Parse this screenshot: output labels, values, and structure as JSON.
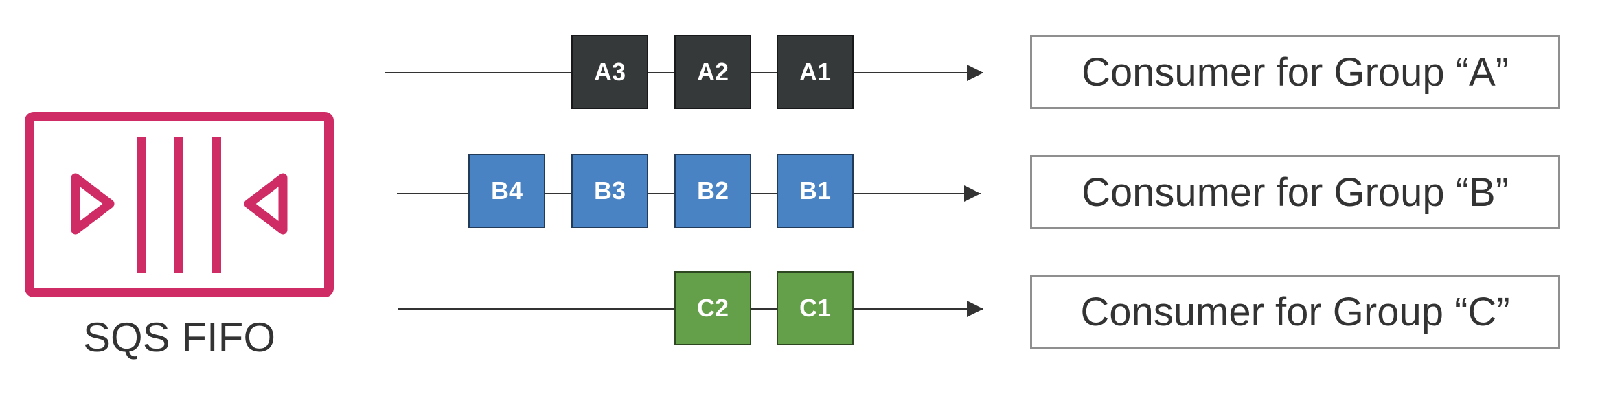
{
  "colors": {
    "sqs_icon": "#cf2b64",
    "group_a": "#35393a",
    "group_b": "#4a83c4",
    "group_c": "#64a04a",
    "line": "#333333"
  },
  "sqs": {
    "icon": "sqs-fifo-queue-icon",
    "label": "SQS FIFO"
  },
  "groups": [
    {
      "messages": [
        "A3",
        "A2",
        "A1"
      ],
      "consumer": "Consumer for Group “A”"
    },
    {
      "messages": [
        "B4",
        "B3",
        "B2",
        "B1"
      ],
      "consumer": "Consumer for Group “B”"
    },
    {
      "messages": [
        "C2",
        "C1"
      ],
      "consumer": "Consumer for Group “C”"
    }
  ]
}
